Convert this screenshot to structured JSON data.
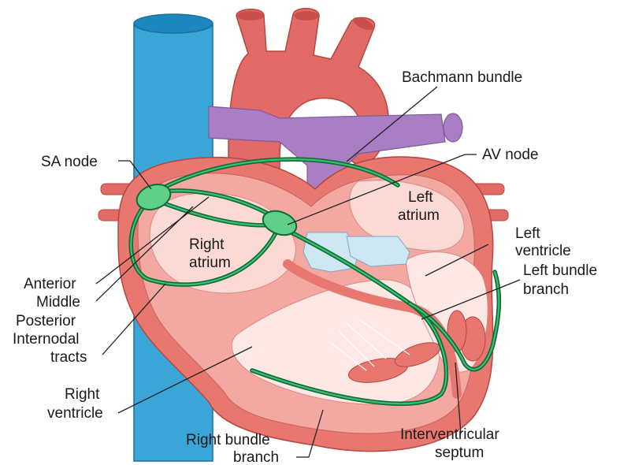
{
  "labels": {
    "bachmann_bundle": "Bachmann bundle",
    "sa_node": "SA node",
    "av_node": "AV node",
    "left_atrium_1": "Left",
    "left_atrium_2": "atrium",
    "right_atrium_1": "Right",
    "right_atrium_2": "atrium",
    "left_ventricle_1": "Left",
    "left_ventricle_2": "ventricle",
    "left_bundle_1": "Left bundle",
    "left_bundle_2": "branch",
    "anterior": "Anterior",
    "middle": "Middle",
    "posterior": "Posterior",
    "internodal": "Internodal",
    "tracts": "tracts",
    "right_ventricle_1": "Right",
    "right_ventricle_2": "ventricle",
    "right_bundle_1": "Right bundle",
    "right_bundle_2": "branch",
    "interventricular_1": "Interventricular",
    "interventricular_2": "septum"
  },
  "colors": {
    "vena_cava": "#3aa6d8",
    "vena_cava_top": "#1b87be",
    "heart_outer": "#e8776f",
    "heart_mid": "#f3a9a2",
    "heart_inner": "#fbd9d4",
    "aorta": "#e26a66",
    "pulmonary": "#a97ec4",
    "valve": "#cfe6f3",
    "conduction": "#0f6b3a",
    "node": "#5fcf8a"
  }
}
